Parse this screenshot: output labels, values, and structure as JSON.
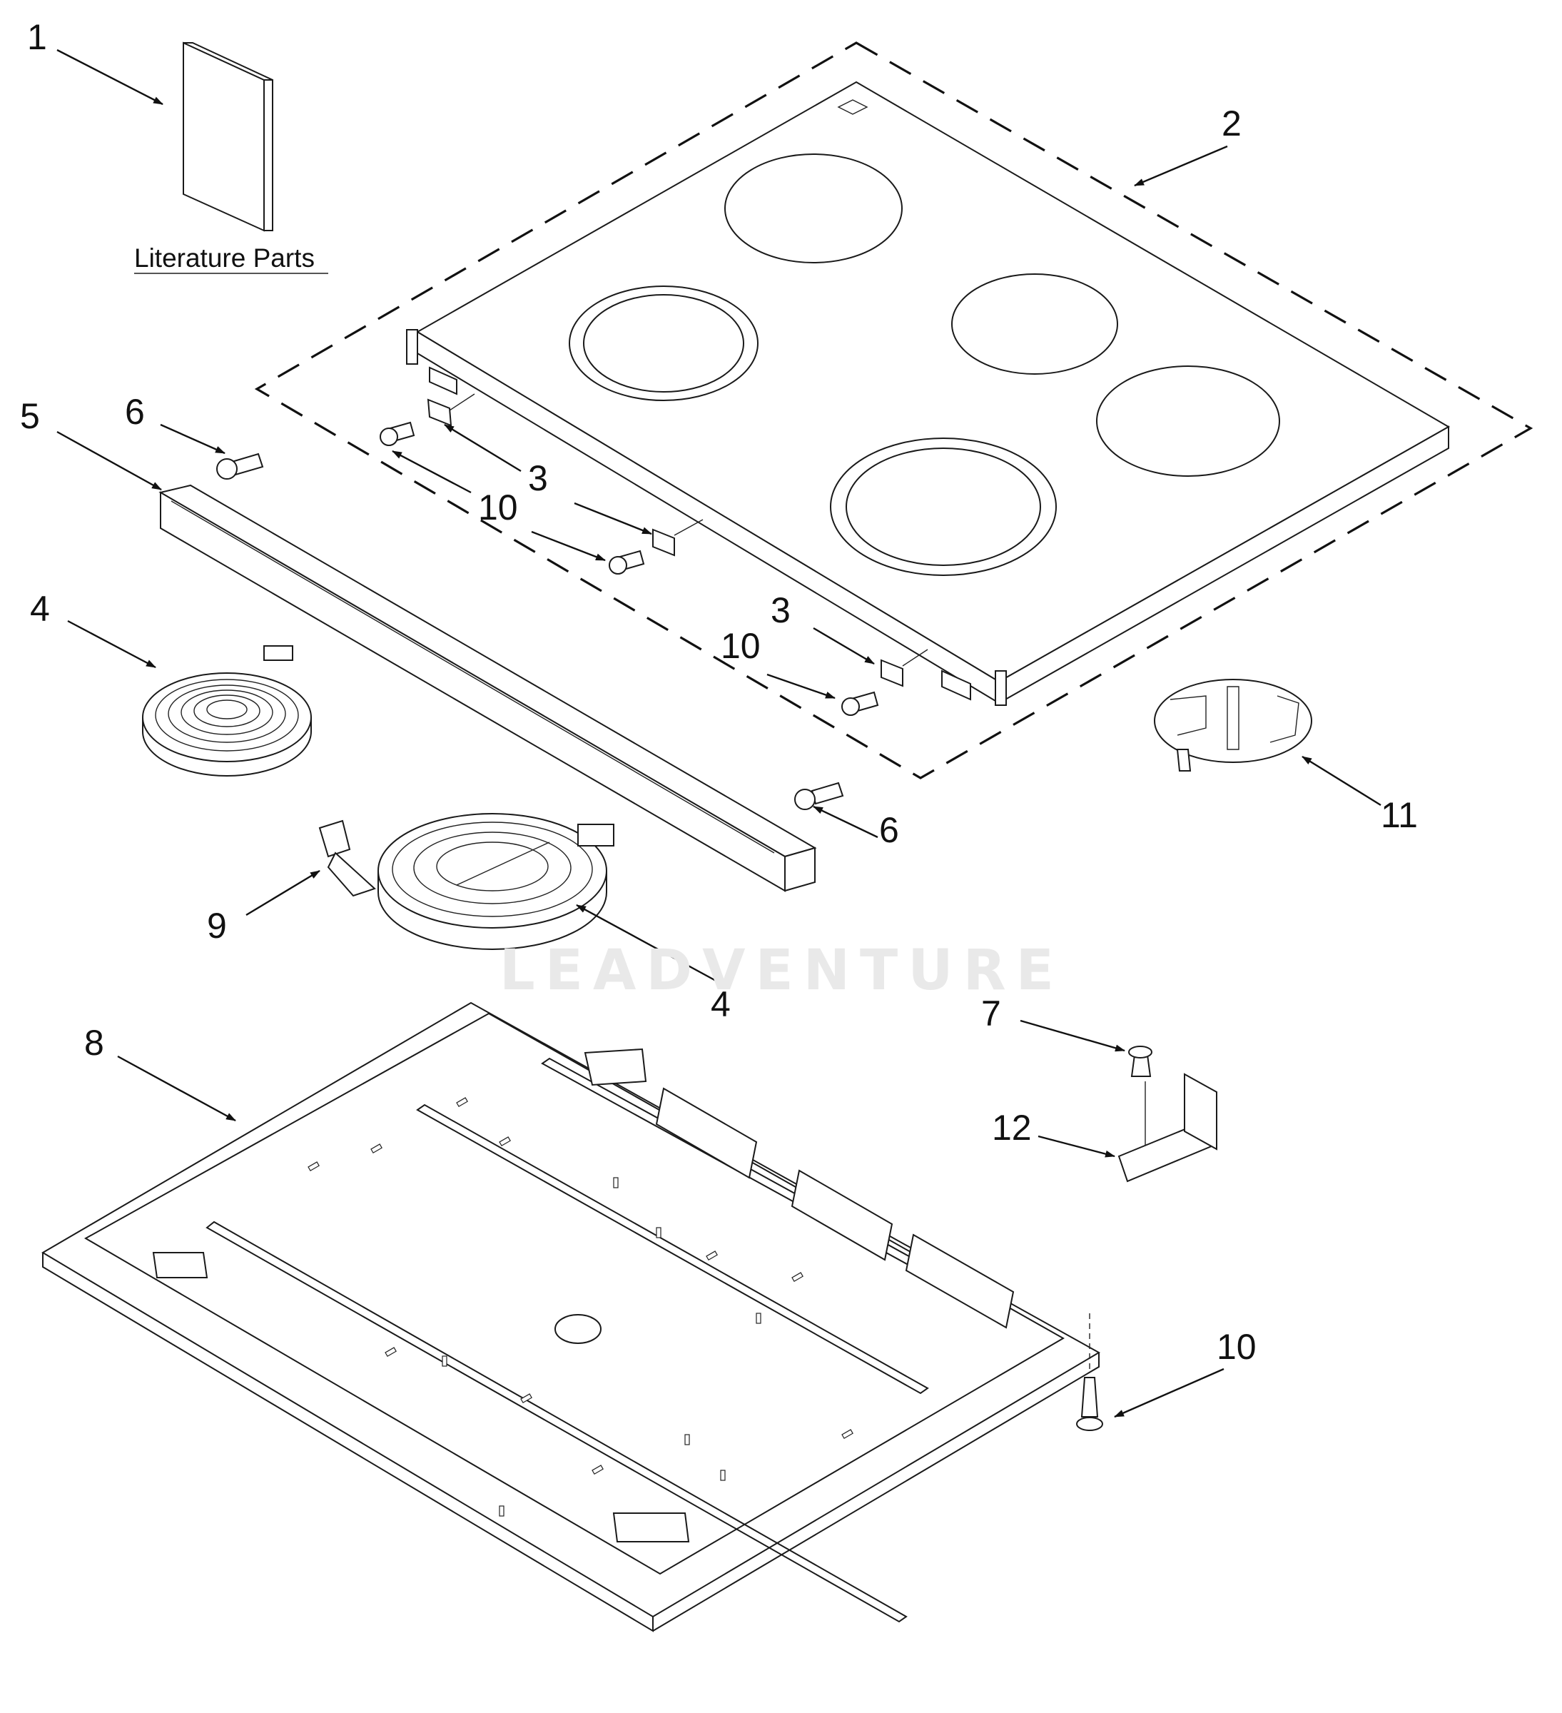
{
  "caption": {
    "literature_parts": "Literature Parts"
  },
  "watermark": "LEADVENTURE",
  "callouts": [
    {
      "id": "c1",
      "text": "1"
    },
    {
      "id": "c2",
      "text": "2"
    },
    {
      "id": "c3a",
      "text": "3"
    },
    {
      "id": "c3b",
      "text": "3"
    },
    {
      "id": "c4a",
      "text": "4"
    },
    {
      "id": "c4b",
      "text": "4"
    },
    {
      "id": "c5",
      "text": "5"
    },
    {
      "id": "c6a",
      "text": "6"
    },
    {
      "id": "c6b",
      "text": "6"
    },
    {
      "id": "c7",
      "text": "7"
    },
    {
      "id": "c8",
      "text": "8"
    },
    {
      "id": "c9",
      "text": "9"
    },
    {
      "id": "c10a",
      "text": "10"
    },
    {
      "id": "c10b",
      "text": "10"
    },
    {
      "id": "c10c",
      "text": "10"
    },
    {
      "id": "c11",
      "text": "11"
    },
    {
      "id": "c12",
      "text": "12"
    }
  ]
}
